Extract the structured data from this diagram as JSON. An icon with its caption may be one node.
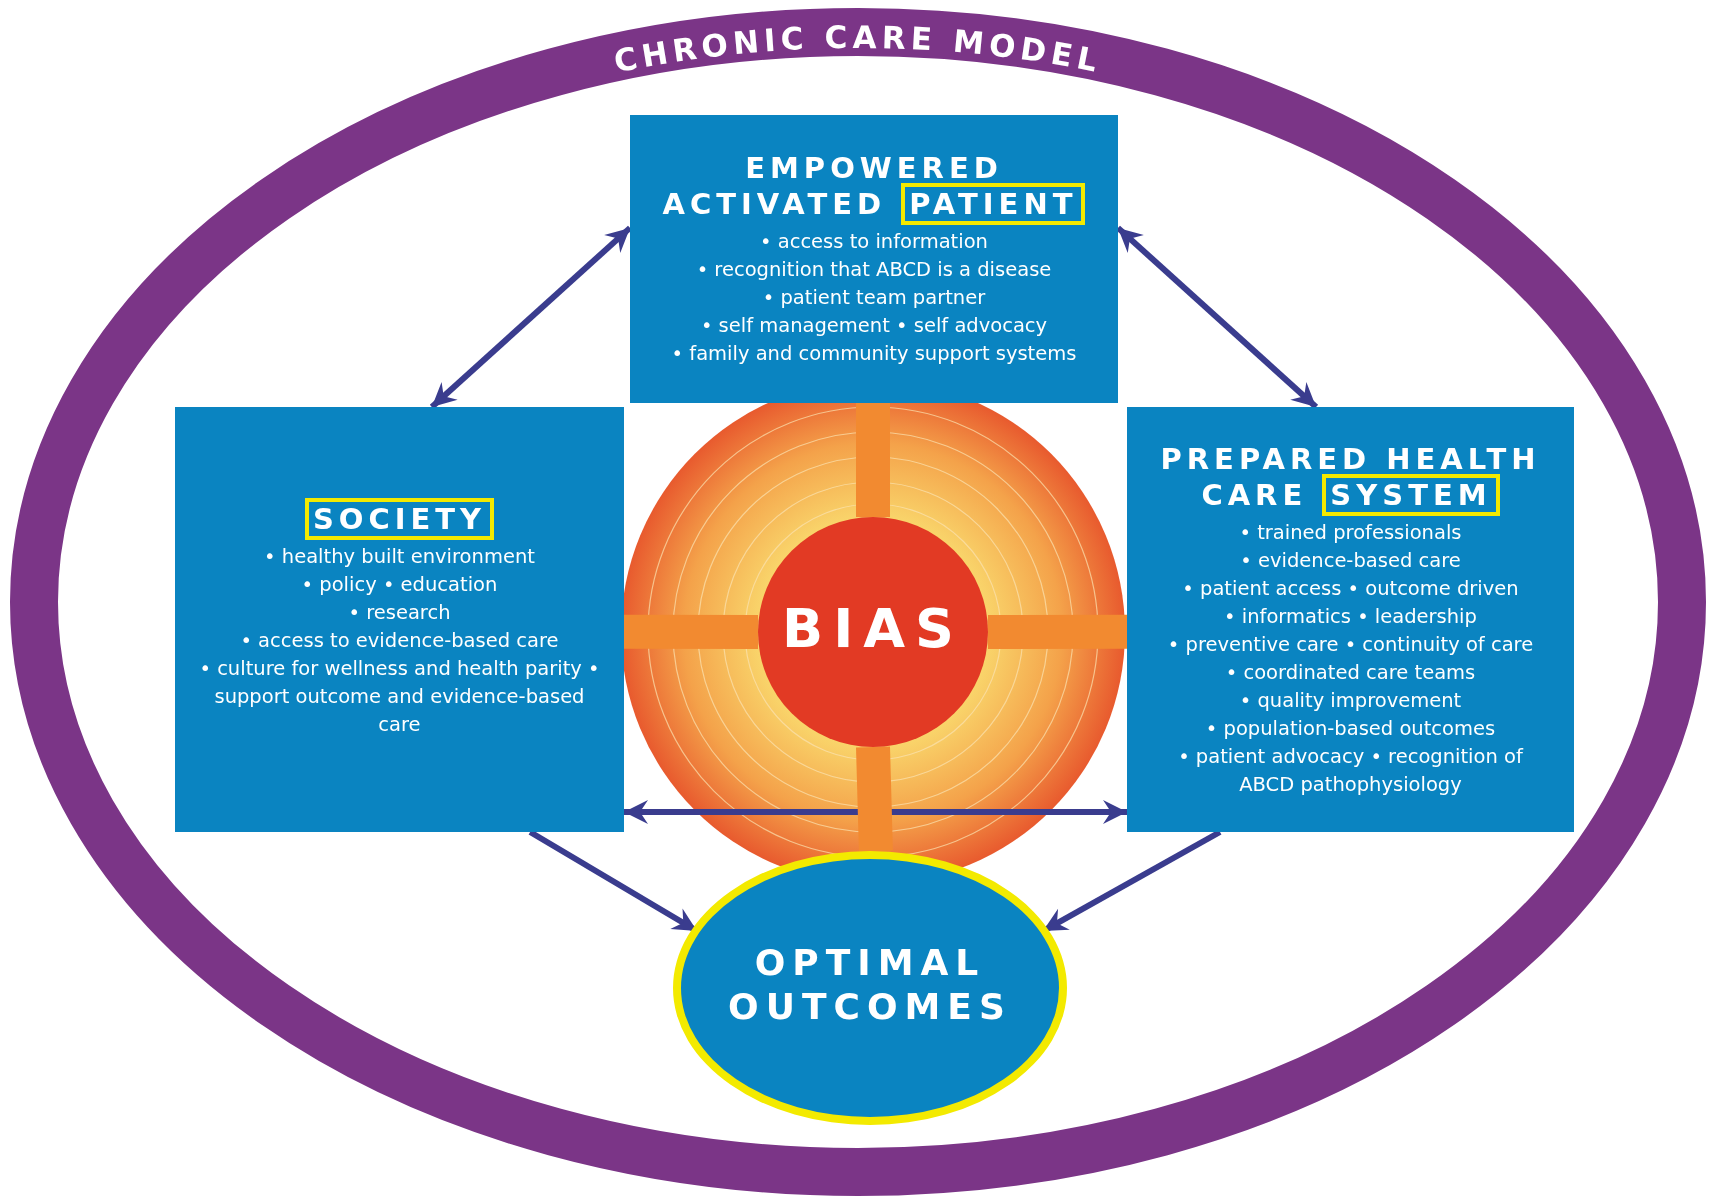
{
  "diagram": {
    "nodes": [
      {
        "text": [
          "CHRONIC CARE MODEL"
        ]
      },
      {
        "text": [
          "EMPOWERED ACTIVATED PATIENT",
          "• access to information",
          "• recognition that ABCD is a disease",
          "• patient team partner",
          "• self management • self advocacy",
          "• family and community support systems"
        ],
        "in": 0
      },
      {
        "text": [
          "SOCIETY",
          "• healthy built environment",
          "• policy • education",
          "• research",
          "• access to evidence-based care",
          "• culture for wellness and health parity • support outcome and evidence-based care"
        ],
        "in": 0
      },
      {
        "text": [
          "BIAS"
        ],
        "in": 0
      },
      {
        "text": [
          "PREPARED HEALTH CARE SYSTEM",
          "• trained professionals",
          "• evidence-based care",
          "• patient access • outcome driven",
          "• informatics • leadership",
          "• preventive care • continuity of care",
          "• coordinated care teams",
          "• quality improvement",
          "• population-based outcomes",
          "• patient advocacy • recognition of ABCD pathophysiology"
        ],
        "in": 0
      },
      {
        "text": [
          "OPTIMAL OUTCOMES"
        ],
        "in": 0
      }
    ],
    "edges": [
      {
        "from": 1,
        "to": 2,
        "arrow": "both"
      },
      {
        "from": 1,
        "to": 4,
        "arrow": "both"
      },
      {
        "from": 2,
        "to": 5,
        "arrow": "to"
      },
      {
        "from": 4,
        "to": 5,
        "arrow": "to"
      },
      {
        "from": 2,
        "to": 4,
        "arrow": "both"
      },
      {
        "from": 3,
        "to": 1,
        "arrow": "none",
        "style": "thick",
        "color": "#f28a30"
      },
      {
        "from": 3,
        "to": 2,
        "arrow": "none",
        "style": "thick",
        "color": "#f28a30"
      },
      {
        "from": 3,
        "to": 4,
        "arrow": "none",
        "style": "thick",
        "color": "#f28a30"
      },
      {
        "from": 3,
        "to": 5,
        "arrow": "none",
        "style": "thick",
        "color": "#f28a30"
      }
    ]
  }
}
